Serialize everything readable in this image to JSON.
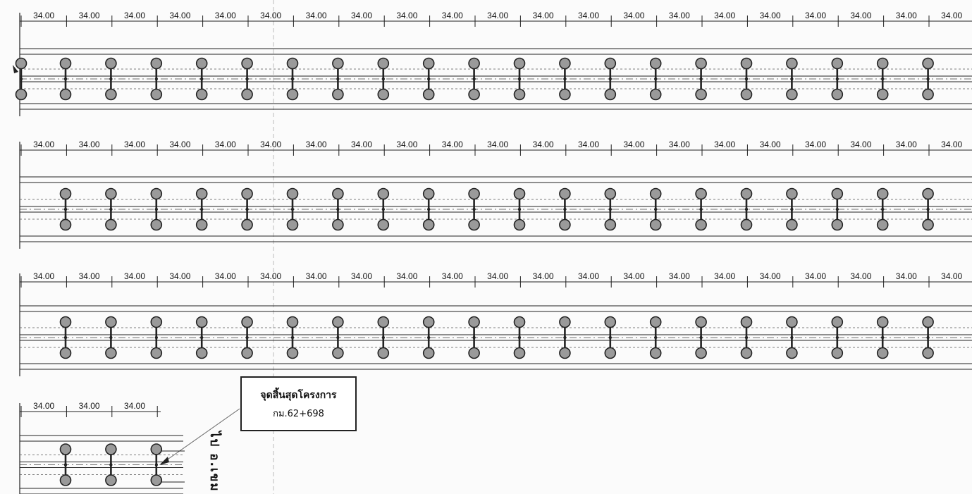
{
  "drawing": {
    "rows": [
      {
        "spans": [
          "34.00",
          "34.00",
          "34.00",
          "34.00",
          "34.00",
          "34.00",
          "34.00",
          "34.00",
          "34.00",
          "34.00",
          "34.00",
          "34.00",
          "34.00",
          "34.00",
          "34.00",
          "34.00",
          "34.00",
          "34.00",
          "34.00",
          "34.00",
          "34.00"
        ],
        "pole_count": 22
      },
      {
        "spans": [
          "34.00",
          "34.00",
          "34.00",
          "34.00",
          "34.00",
          "34.00",
          "34.00",
          "34.00",
          "34.00",
          "34.00",
          "34.00",
          "34.00",
          "34.00",
          "34.00",
          "34.00",
          "34.00",
          "34.00",
          "34.00",
          "34.00",
          "34.00",
          "34.00"
        ],
        "pole_count": 21
      },
      {
        "spans": [
          "34.00",
          "34.00",
          "34.00",
          "34.00",
          "34.00",
          "34.00",
          "34.00",
          "34.00",
          "34.00",
          "34.00",
          "34.00",
          "34.00",
          "34.00",
          "34.00",
          "34.00",
          "34.00",
          "34.00",
          "34.00",
          "34.00",
          "34.00",
          "34.00"
        ],
        "pole_count": 21
      },
      {
        "spans": [
          "34.00",
          "34.00",
          "34.00"
        ],
        "pole_count": 3
      }
    ],
    "end_marker": {
      "title": "จุดสิ้นสุดโครงการ",
      "km": "กม.62+698"
    },
    "side_text": "ไป อ.เขม",
    "colors": {
      "line": "#222222",
      "pole_fill": "#9a9a9a",
      "paper": "#fbfbfb"
    }
  }
}
